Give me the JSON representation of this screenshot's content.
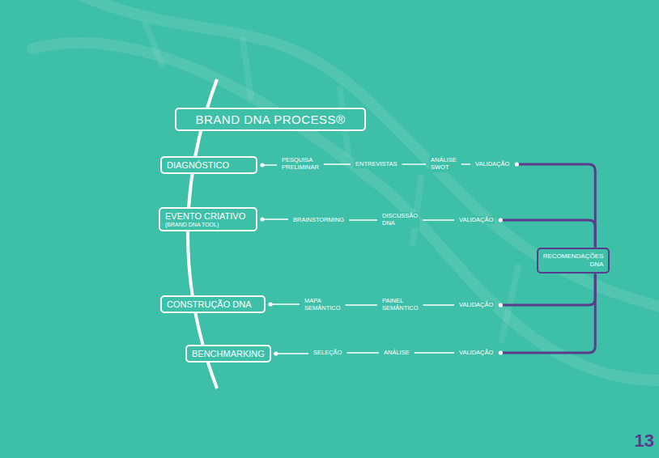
{
  "diagram": {
    "nodes": [
      {
        "text": [
          "BRAND DNA PROCESS®"
        ]
      },
      {
        "text": [
          "DIAGNÓSTICO"
        ]
      },
      {
        "text": [
          "PESQUISA PRELIMINAR"
        ]
      },
      {
        "text": [
          "ENTREVISTAS"
        ]
      },
      {
        "text": [
          "ANÁLISE SWOT"
        ]
      },
      {
        "text": [
          "VALIDAÇÃO"
        ]
      },
      {
        "text": [
          "EVENTO CRIATIVO",
          "(BRAND DNA TOOL)"
        ]
      },
      {
        "text": [
          "BRAINSTORMING"
        ]
      },
      {
        "text": [
          "DISCUSSÃO DNA"
        ]
      },
      {
        "text": [
          "VALIDAÇÃO"
        ]
      },
      {
        "text": [
          "CONSTRUÇÃO DNA"
        ]
      },
      {
        "text": [
          "MAPA SEMÂNTICO"
        ]
      },
      {
        "text": [
          "PAINEL SEMÂNTICO"
        ]
      },
      {
        "text": [
          "VALIDAÇÃO"
        ]
      },
      {
        "text": [
          "BENCHMARKING"
        ]
      },
      {
        "text": [
          "SELEÇÃO"
        ]
      },
      {
        "text": [
          "ANÁLISE"
        ]
      },
      {
        "text": [
          "VALIDAÇÃO"
        ]
      },
      {
        "text": [
          "RECOMENDAÇÕES DNA"
        ]
      }
    ],
    "edges": [
      {
        "from": 1,
        "to": 2,
        "arrow": "none"
      },
      {
        "from": 2,
        "to": 3,
        "arrow": "none"
      },
      {
        "from": 3,
        "to": 4,
        "arrow": "none"
      },
      {
        "from": 4,
        "to": 5,
        "arrow": "none"
      },
      {
        "from": 5,
        "to": 18,
        "arrow": "none"
      },
      {
        "from": 6,
        "to": 7,
        "arrow": "none"
      },
      {
        "from": 7,
        "to": 8,
        "arrow": "none"
      },
      {
        "from": 8,
        "to": 9,
        "arrow": "none"
      },
      {
        "from": 9,
        "to": 18,
        "arrow": "none"
      },
      {
        "from": 10,
        "to": 11,
        "arrow": "none"
      },
      {
        "from": 11,
        "to": 12,
        "arrow": "none"
      },
      {
        "from": 12,
        "to": 13,
        "arrow": "none"
      },
      {
        "from": 13,
        "to": 18,
        "arrow": "none"
      },
      {
        "from": 14,
        "to": 15,
        "arrow": "none"
      },
      {
        "from": 15,
        "to": 16,
        "arrow": "none"
      },
      {
        "from": 16,
        "to": 17,
        "arrow": "none"
      },
      {
        "from": 17,
        "to": 18,
        "arrow": "none"
      }
    ],
    "labels": [
      "13"
    ]
  }
}
